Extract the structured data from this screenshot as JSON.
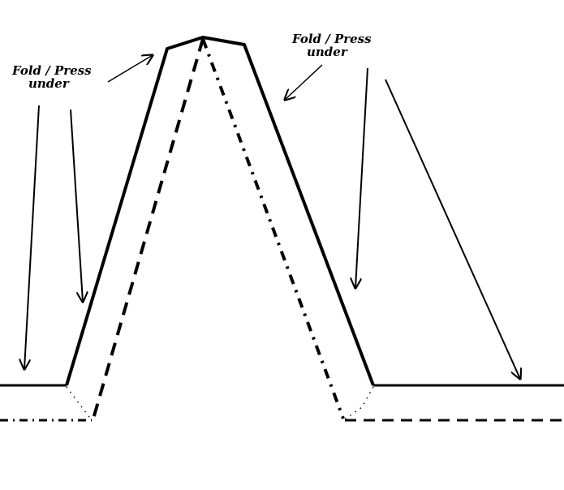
{
  "labels": {
    "left": {
      "line1": "Fold / Press",
      "line2": "under"
    },
    "right": {
      "line1": "Fold / Press",
      "line2": "under"
    }
  },
  "colors": {
    "ink": "#000000",
    "background": "#ffffff"
  }
}
